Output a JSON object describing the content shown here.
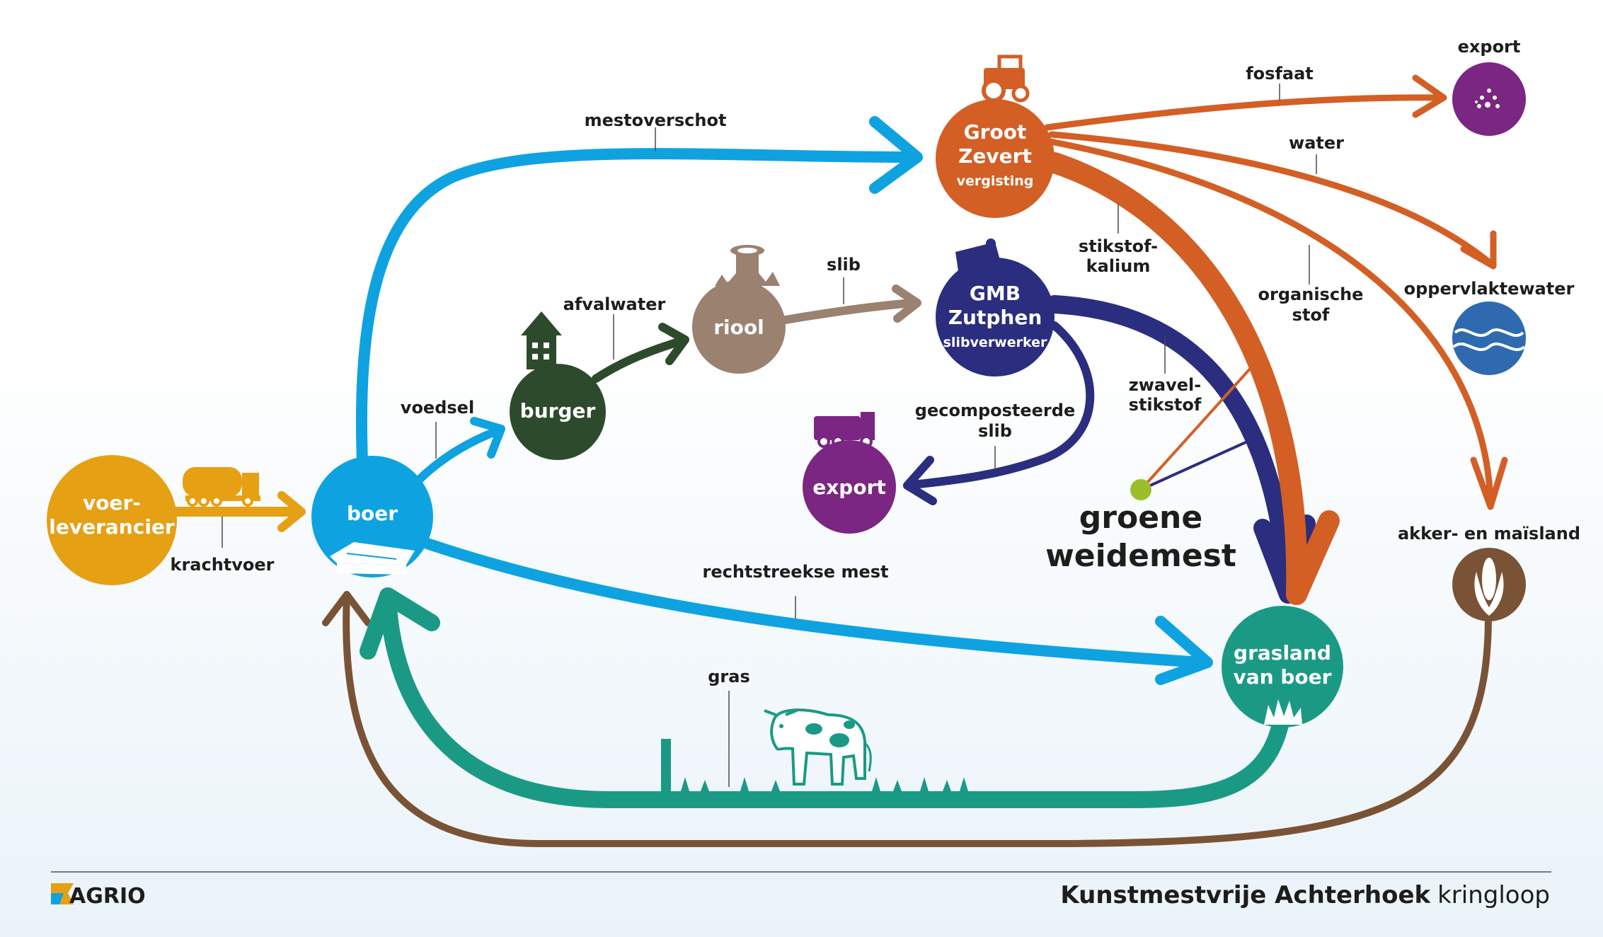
{
  "colors": {
    "blue": "#0ea3e0",
    "orange": "#d35f25",
    "navy": "#2b2d7e",
    "yellow": "#e5a014",
    "dark_green": "#2e4a2d",
    "taupe": "#9a8170",
    "purple": "#7b2682",
    "teal": "#1a9a85",
    "brown": "#7a5336",
    "lime": "#9bbf2a",
    "ocean": "#2f6ab0"
  },
  "nodes": {
    "voerleverancier": {
      "line1": "voer-",
      "line2": "leverancier"
    },
    "boer": {
      "label": "boer"
    },
    "burger": {
      "label": "burger"
    },
    "riool": {
      "label": "riool"
    },
    "groot_zevert": {
      "line1": "Groot",
      "line2": "Zevert",
      "sub": "vergisting"
    },
    "gmb_zutphen": {
      "line1": "GMB",
      "line2": "Zutphen",
      "sub": "slibverwerker"
    },
    "export_slib": {
      "label": "export"
    },
    "export_top": {
      "label": "export"
    },
    "oppervlaktewater": {
      "label": "oppervlaktewater"
    },
    "akker": {
      "label": "akker- en maïsland"
    },
    "grasland": {
      "line1": "grasland",
      "line2": "van boer"
    }
  },
  "flows": {
    "krachtvoer": "krachtvoer",
    "mestoverschot": "mestoverschot",
    "voedsel": "voedsel",
    "afvalwater": "afvalwater",
    "slib": "slib",
    "fosfaat": "fosfaat",
    "water": "water",
    "stikstof_kalium": {
      "line1": "stikstof-",
      "line2": "kalium"
    },
    "organische_stof": {
      "line1": "organische",
      "line2": "stof"
    },
    "zwavel_stikstof": {
      "line1": "zwavel-",
      "line2": "stikstof"
    },
    "gecomposteerde_slib": {
      "line1": "gecomposteerde",
      "line2": "slib"
    },
    "rechtstreekse_mest": "rechtstreekse mest",
    "gras": "gras"
  },
  "groene_weidemest": {
    "line1": "groene",
    "line2": "weidemest"
  },
  "footer": {
    "logo": "AGRIO",
    "title_bold": "Kunstmestvrije Achterhoek",
    "title_regular": "kringloop"
  }
}
